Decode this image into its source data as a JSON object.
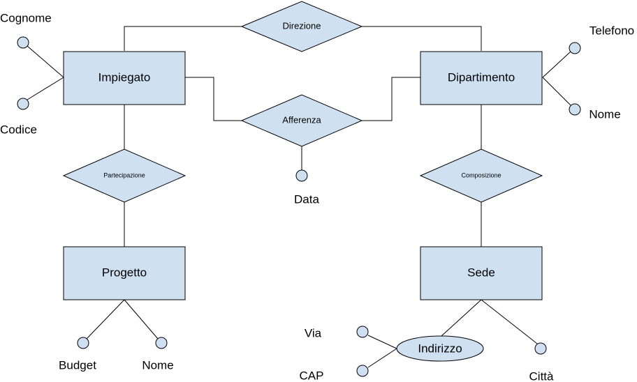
{
  "colors": {
    "fill": "#cfe0f1",
    "stroke": "#000000",
    "background": "#ffffff"
  },
  "entities": {
    "impiegato": "Impiegato",
    "dipartimento": "Dipartimento",
    "progetto": "Progetto",
    "sede": "Sede"
  },
  "relationships": {
    "direzione": "Direzione",
    "afferenza": "Afferenza",
    "partecipazione": "Partecipazione",
    "composizione": "Composizione"
  },
  "attributes": {
    "cognome": "Cognome",
    "codice": "Codice",
    "telefono": "Telefono",
    "nome_dipartimento": "Nome",
    "data": "Data",
    "budget": "Budget",
    "nome_progetto": "Nome",
    "via": "Via",
    "cap": "CAP",
    "indirizzo": "Indirizzo",
    "citta": "Città"
  }
}
